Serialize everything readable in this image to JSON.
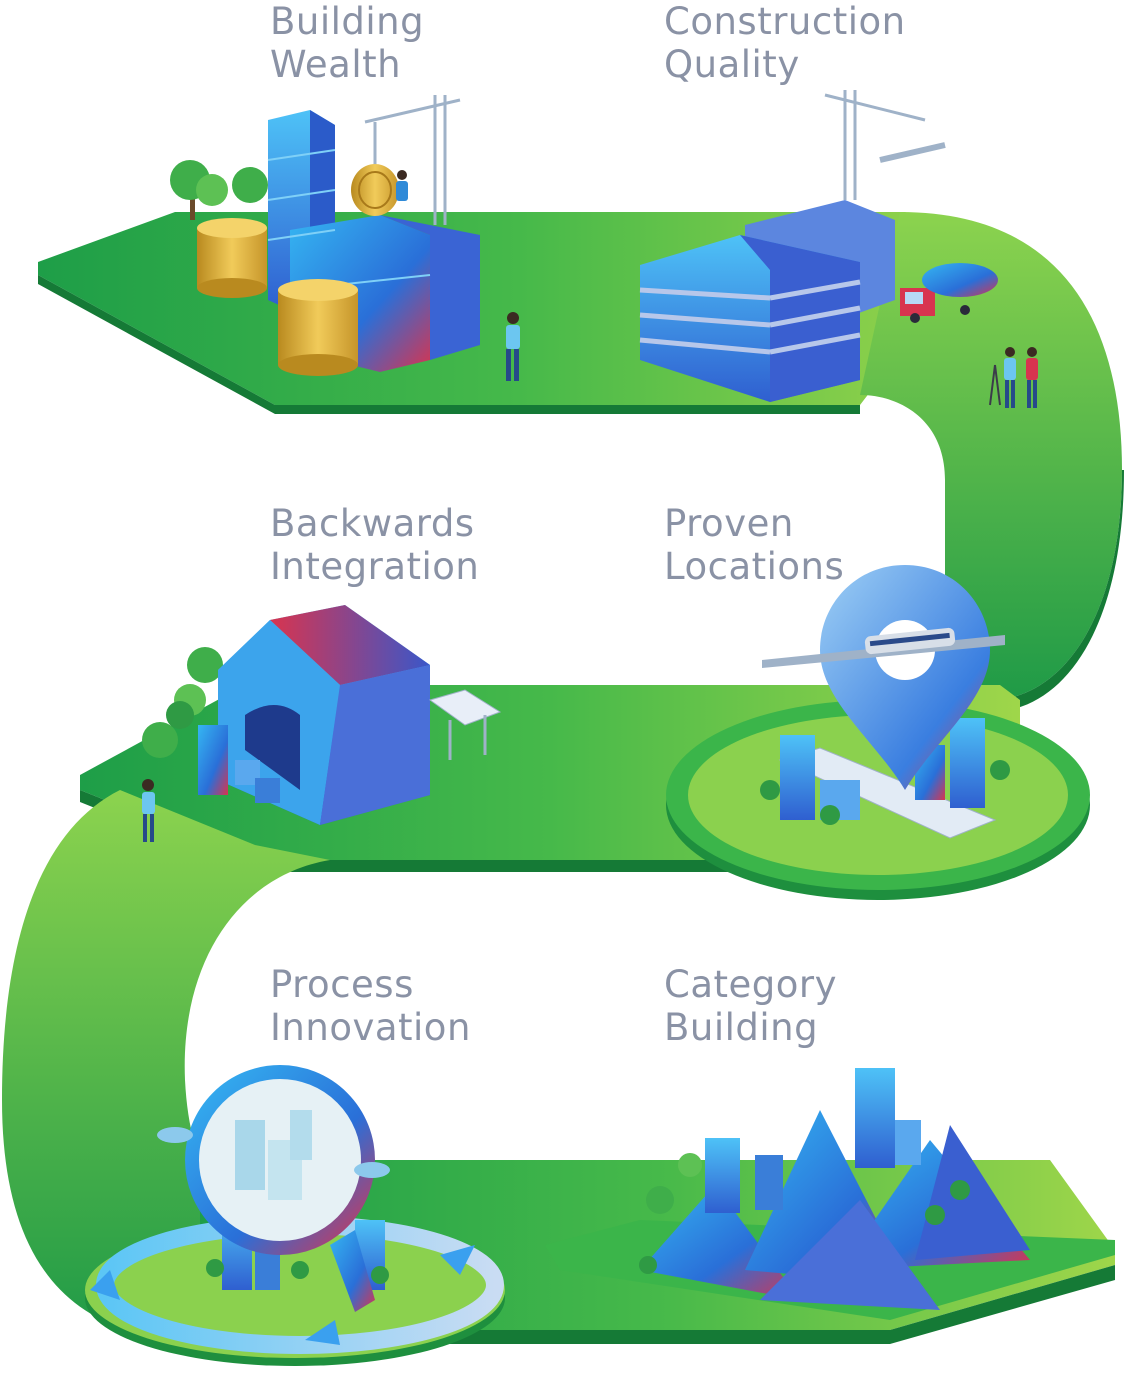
{
  "stages": [
    {
      "line1": "Building",
      "line2": "Wealth"
    },
    {
      "line1": "Construction",
      "line2": "Quality"
    },
    {
      "line1": "Backwards",
      "line2": "Integration"
    },
    {
      "line1": "Proven",
      "line2": "Locations"
    },
    {
      "line1": "Process",
      "line2": "Innovation"
    },
    {
      "line1": "Category",
      "line2": "Building"
    }
  ],
  "colors": {
    "path_light": "#8bd14e",
    "path_mid": "#3bb54a",
    "path_dark": "#1e8f3e",
    "building_blue": "#2a8be0",
    "building_red": "#d8344f",
    "coin_gold": "#e1b43a",
    "label_gray": "#8a92a5"
  },
  "icons": [
    "coin-stack-icon",
    "crane-icon",
    "building-icon",
    "truck-icon",
    "warehouse-icon",
    "map-pin-icon",
    "train-icon",
    "magnifier-icon",
    "cycle-arrows-icon",
    "pyramid-icon",
    "tree-icon",
    "person-icon"
  ]
}
